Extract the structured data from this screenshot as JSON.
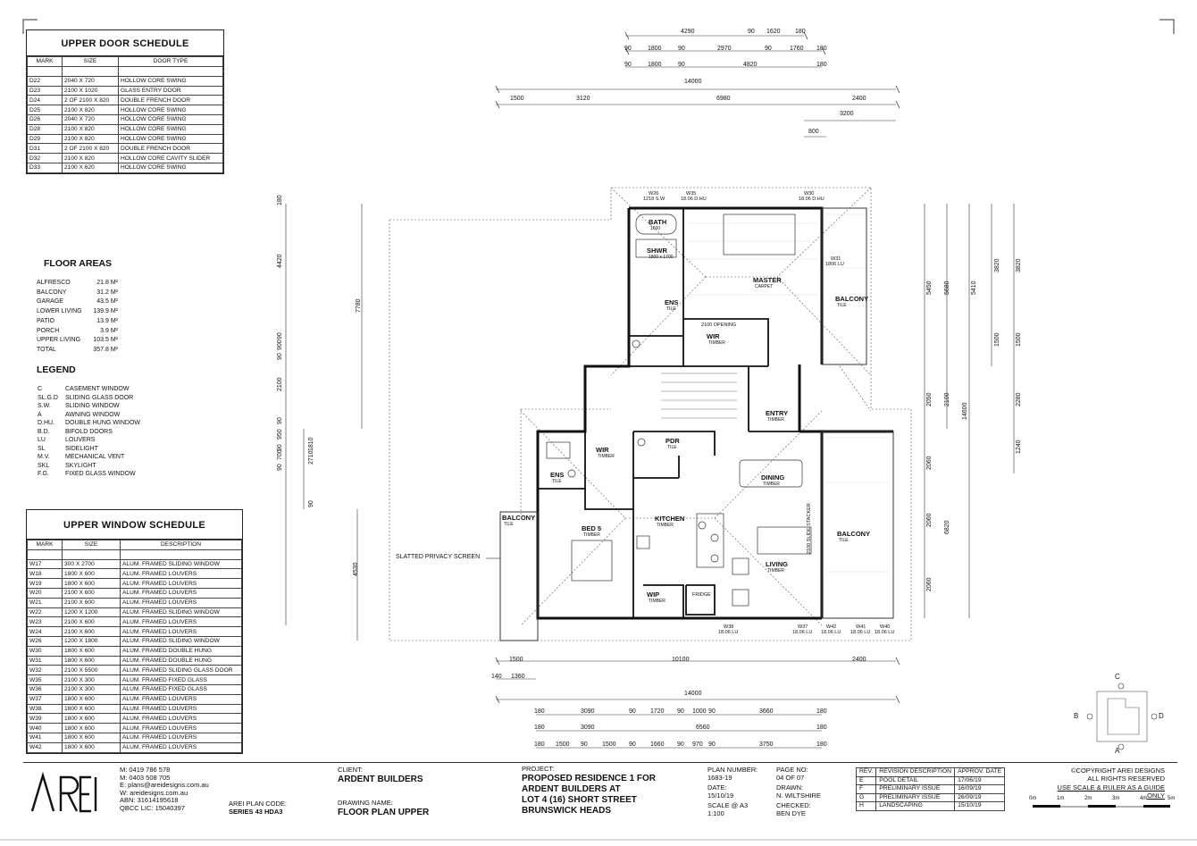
{
  "door_schedule": {
    "title": "UPPER DOOR SCHEDULE",
    "headers": [
      "MARK",
      "SIZE",
      "DOOR TYPE"
    ],
    "rows": [
      [
        "D22",
        "2040 x 720",
        "HOLLOW CORE SWING"
      ],
      [
        "D23",
        "2100 x 1020",
        "GLASS ENTRY DOOR"
      ],
      [
        "D24",
        "2 OF 2100 x 820",
        "DOUBLE FRENCH DOOR"
      ],
      [
        "D25",
        "2100 x 820",
        "HOLLOW CORE SWING"
      ],
      [
        "D26",
        "2040 x 720",
        "HOLLOW CORE SWING"
      ],
      [
        "D28",
        "2100 x 820",
        "HOLLOW CORE SWING"
      ],
      [
        "D29",
        "2100 x 820",
        "HOLLOW CORE SWING"
      ],
      [
        "D31",
        "2 OF 2100 x 820",
        "DOUBLE FRENCH DOOR"
      ],
      [
        "D32",
        "2100 x 820",
        "HOLLOW CORE CAVITY SLIDER"
      ],
      [
        "D33",
        "2100 x 620",
        "HOLLOW CORE SWING"
      ]
    ]
  },
  "floor_areas": {
    "title": "FLOOR AREAS",
    "rows": [
      [
        "ALFRESCO",
        "21.8 m²"
      ],
      [
        "BALCONY",
        "31.2 m²"
      ],
      [
        "GARAGE",
        "43.5 m²"
      ],
      [
        "LOWER LIVING",
        "139.9 m²"
      ],
      [
        "PATIO",
        "13.9 m²"
      ],
      [
        "PORCH",
        "3.9 m²"
      ],
      [
        "UPPER LIVING",
        "103.5 m²"
      ],
      [
        "TOTAL",
        "357.8 m²"
      ]
    ]
  },
  "legend": {
    "title": "LEGEND",
    "rows": [
      [
        "C",
        "CASEMENT WINDOW"
      ],
      [
        "SL.G.D",
        "SLIDING GLASS DOOR"
      ],
      [
        "S.W.",
        "SLIDING WINDOW"
      ],
      [
        "A",
        "AWNING WINDOW"
      ],
      [
        "D.HU.",
        "DOUBLE HUNG WINDOW"
      ],
      [
        "B.D.",
        "BIFOLD DOORS"
      ],
      [
        "LU",
        "LOUVERS"
      ],
      [
        "SL",
        "SIDELIGHT"
      ],
      [
        "M.V.",
        "MECHANICAL VENT"
      ],
      [
        "SKL",
        "SKYLIGHT"
      ],
      [
        "F.G.",
        "FIXED GLASS WINDOW"
      ]
    ]
  },
  "window_schedule": {
    "title": "UPPER WINDOW SCHEDULE",
    "headers": [
      "MARK",
      "SIZE",
      "DESCRIPTION"
    ],
    "rows": [
      [
        "W17",
        "300 x 2700",
        "ALUM. FRAMED SLIDING WINDOW"
      ],
      [
        "W18",
        "1800 x 600",
        "ALUM. FRAMED LOUVERS"
      ],
      [
        "W19",
        "1800 x 600",
        "ALUM. FRAMED LOUVERS"
      ],
      [
        "W20",
        "2100 x 600",
        "ALUM. FRAMED LOUVERS"
      ],
      [
        "W21",
        "2100 x 600",
        "ALUM. FRAMED LOUVERS"
      ],
      [
        "W22",
        "1200 x 1200",
        "ALUM. FRAMED SLIDING WINDOW"
      ],
      [
        "W23",
        "2100 x 600",
        "ALUM. FRAMED LOUVERS"
      ],
      [
        "W24",
        "2100 x 600",
        "ALUM. FRAMED LOUVERS"
      ],
      [
        "W26",
        "1200 x 1800",
        "ALUM. FRAMED SLIDING WINDOW"
      ],
      [
        "W30",
        "1800 x 600",
        "ALUM. FRAMED DOUBLE HUNG"
      ],
      [
        "W31",
        "1800 x 600",
        "ALUM. FRAMED DOUBLE HUNG"
      ],
      [
        "W32",
        "2100 x 5500",
        "ALUM. FRAMED SLIDING GLASS DOOR"
      ],
      [
        "W35",
        "2100 x 300",
        "ALUM. FRAMED FIXED GLASS"
      ],
      [
        "W36",
        "2100 x 300",
        "ALUM. FRAMED FIXED GLASS"
      ],
      [
        "W37",
        "1800 x 600",
        "ALUM. FRAMED LOUVERS"
      ],
      [
        "W38",
        "1800 x 600",
        "ALUM. FRAMED LOUVERS"
      ],
      [
        "W39",
        "1800 x 600",
        "ALUM. FRAMED LOUVERS"
      ],
      [
        "W40",
        "1800 x 600",
        "ALUM. FRAMED LOUVERS"
      ],
      [
        "W41",
        "1800 x 600",
        "ALUM. FRAMED LOUVERS"
      ],
      [
        "W42",
        "1800 x 600",
        "ALUM. FRAMED LOUVERS"
      ]
    ]
  },
  "plan": {
    "rooms": {
      "master": "MASTER",
      "master_sub": "CARPET",
      "ens": "ENS",
      "ens_sub": "TILE",
      "wir": "WIR",
      "wir_sub": "TIMBER",
      "balcony_right": "BALCONY",
      "balcony_right_sub": "TILE",
      "entry": "ENTRY",
      "entry_sub": "TIMBER",
      "pdr": "PDR",
      "pdr_sub": "TILE",
      "wir2": "WIR",
      "wir2_sub": "TIMBER",
      "ens2": "ENS",
      "ens2_sub": "TILE",
      "dining": "DINING",
      "dining_sub": "TIMBER",
      "balcony_left": "BALCONY",
      "balcony_left_sub": "TILE",
      "bed5": "BED 5",
      "bed5_sub": "TIMBER",
      "kitchen": "KITCHEN",
      "kitchen_sub": "TIMBER",
      "living": "LIVING",
      "living_sub": "TIMBER",
      "balcony_main": "BALCONY",
      "balcony_main_sub": "TILE",
      "wip": "WIP",
      "wip_sub": "TIMBER",
      "fridge": "FRIDGE",
      "bath": "BATH",
      "bath_sub": "1600",
      "shwr": "SHWR",
      "shwr_sub": "1800 x 1700",
      "opening": "2100 OPENING",
      "sliding_stacker": "2100 SLIDE STACKER",
      "screen": "SLATTED PRIVACY SCREEN"
    },
    "window_tags": [
      [
        "W26",
        "1218 S.W"
      ],
      [
        "W35",
        "18.06 D.HU"
      ],
      [
        "W30",
        "18.06 D.HU"
      ],
      [
        "W31",
        "1806 LU"
      ],
      [
        "W38",
        "18.06 LU"
      ],
      [
        "W37",
        "18.06 LU"
      ],
      [
        "W42",
        "18.06 LU"
      ],
      [
        "W41",
        "18.06 LU"
      ],
      [
        "W40",
        "18.06 LU"
      ]
    ],
    "top_dims": {
      "row1": [
        "4290",
        "90",
        "1620",
        "180"
      ],
      "row2": [
        "90",
        "1800",
        "90",
        "2970",
        "90",
        "1760",
        "180"
      ],
      "row3": [
        "90",
        "1800",
        "90",
        "4820",
        "180"
      ],
      "row4": [
        "14000"
      ],
      "row5": [
        "1500",
        "3120",
        "6980",
        "2400"
      ],
      "row6": [
        "3200"
      ],
      "row7": [
        "800"
      ]
    },
    "bottom_dims": {
      "row1": [
        "1500",
        "10100",
        "2400"
      ],
      "row2": [
        "140",
        "1360"
      ],
      "row3": [
        "14000"
      ],
      "row4": [
        "180",
        "3090",
        "90",
        "1720",
        "90",
        "1000",
        "90",
        "3660",
        "180"
      ],
      "row5": [
        "180",
        "3090",
        "6560",
        "180"
      ],
      "row6": [
        "180",
        "1500",
        "90",
        "1500",
        "90",
        "1660",
        "90",
        "970",
        "90",
        "3750",
        "180"
      ]
    },
    "left_dims": [
      "180",
      "4420",
      "90",
      "900",
      "90",
      "2100",
      "90",
      "950",
      "90",
      "700",
      "90",
      "1810",
      "2710",
      "90",
      "4530",
      "7780"
    ],
    "right_dims": [
      "5450",
      "5680",
      "5410",
      "3820",
      "3820",
      "1500",
      "1500",
      "2050",
      "2100",
      "2280",
      "1240",
      "14600",
      "2060",
      "2060",
      "2060",
      "6820"
    ]
  },
  "compass": {
    "c": "C",
    "b": "B",
    "d": "D",
    "a": "A"
  },
  "title_block": {
    "logo": "AREI",
    "contact": [
      "M: 0419 786 578",
      "M: 0403 508 705",
      "E: plans@areidesigns.com.au",
      "W: areidesigns.com.au",
      "ABN: 31614195618",
      "QBCC LIC: 15040397"
    ],
    "plan_code_label": "AREI PLAN CODE:",
    "plan_code": "SERIES 43 HDA3",
    "client_label": "CLIENT:",
    "client": "ARDENT BUILDERS",
    "drawing_label": "DRAWING NAME:",
    "drawing": "FLOOR PLAN UPPER",
    "project_label": "PROJECT:",
    "project": [
      "PROPOSED RESIDENCE 1 FOR",
      "ARDENT BUILDERS AT",
      "LOT 4 (16) SHORT STREET",
      "BRUNSWICK HEADS"
    ],
    "plan_number_label": "PLAN NUMBER:",
    "plan_number": "1683-19",
    "date_label": "DATE:",
    "date": "15/10/19",
    "scale_label": "SCALE @ A3",
    "scale": "1:100",
    "page_label": "PAGE NO:",
    "page": "04 OF 07",
    "drawn_label": "DRAWN:",
    "drawn": "N. WILTSHIRE",
    "checked_label": "CHECKED:",
    "checked": "BEN DYE",
    "revision_headers": [
      "REV.",
      "REVISION DESCRIPTION",
      "APPROV. DATE"
    ],
    "revisions": [
      [
        "E",
        "POOL DETAIL",
        "17/06/19"
      ],
      [
        "F",
        "PRELIMINARY ISSUE",
        "16/09/19"
      ],
      [
        "G",
        "PRELIMINARY ISSUE",
        "26/09/19"
      ],
      [
        "H",
        "LANDSCAPING",
        "15/10/19"
      ]
    ],
    "copyright": "©COPYRIGHT AREI DESIGNS",
    "rights": "ALL RIGHTS RESERVED",
    "scale_note": "USE SCALE & RULER AS A GUIDE ONLY",
    "scale_bar": [
      "0m",
      "1m",
      "2m",
      "3m",
      "4m",
      "5m"
    ]
  }
}
